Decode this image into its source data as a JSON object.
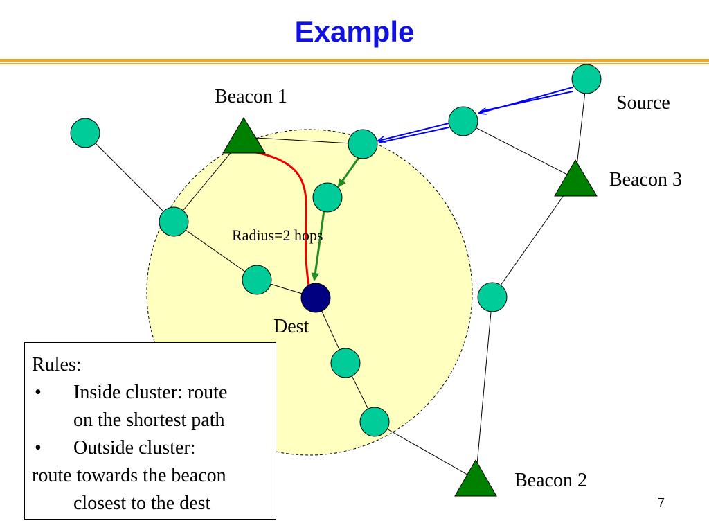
{
  "slide": {
    "title": "Example",
    "page_number": "7"
  },
  "diagram": {
    "labels": {
      "beacon1": "Beacon 1",
      "beacon2": "Beacon 2",
      "beacon3": "Beacon 3",
      "source": "Source",
      "dest": "Dest",
      "radius": "Radius=2 hops"
    },
    "colors": {
      "node_fill": "#00cc99",
      "beacon_fill": "#008000",
      "dest_fill": "#000080",
      "cluster_fill": "#ffffc0",
      "source_path": "#0000ff",
      "cluster_path": "#228b22",
      "shortest_path": "#ee0000",
      "title": "#1010e0",
      "rule": "#f5a623"
    }
  },
  "rules": {
    "heading": "Rules:",
    "bullets": [
      {
        "bullet": "•",
        "text": "Inside cluster: route",
        "continuation": "on the shortest path"
      },
      {
        "bullet": "•",
        "text": "Outside cluster:"
      }
    ],
    "tail_line1": "route towards the beacon",
    "tail_line2": "closest to the dest"
  }
}
